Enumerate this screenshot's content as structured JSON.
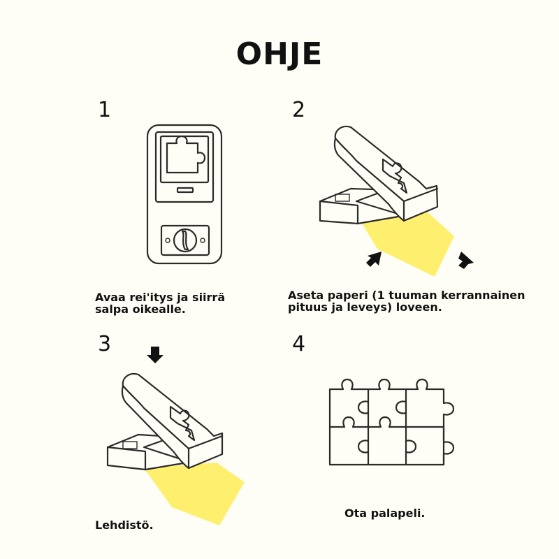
{
  "title": "OHJE",
  "colors": {
    "paper": "#ffef6e",
    "line": "#2a2a2a",
    "background": "#fffef6"
  },
  "steps": [
    {
      "number": "1",
      "caption": "Avaa rei'itys ja siirrä\nsalpa oikealle."
    },
    {
      "number": "2",
      "caption": "Aseta paperi (1 tuuman kerrannainen\npituus ja leveys) loveen."
    },
    {
      "number": "3",
      "caption": "Lehdistö."
    },
    {
      "number": "4",
      "caption": "Ota palapeli."
    }
  ]
}
